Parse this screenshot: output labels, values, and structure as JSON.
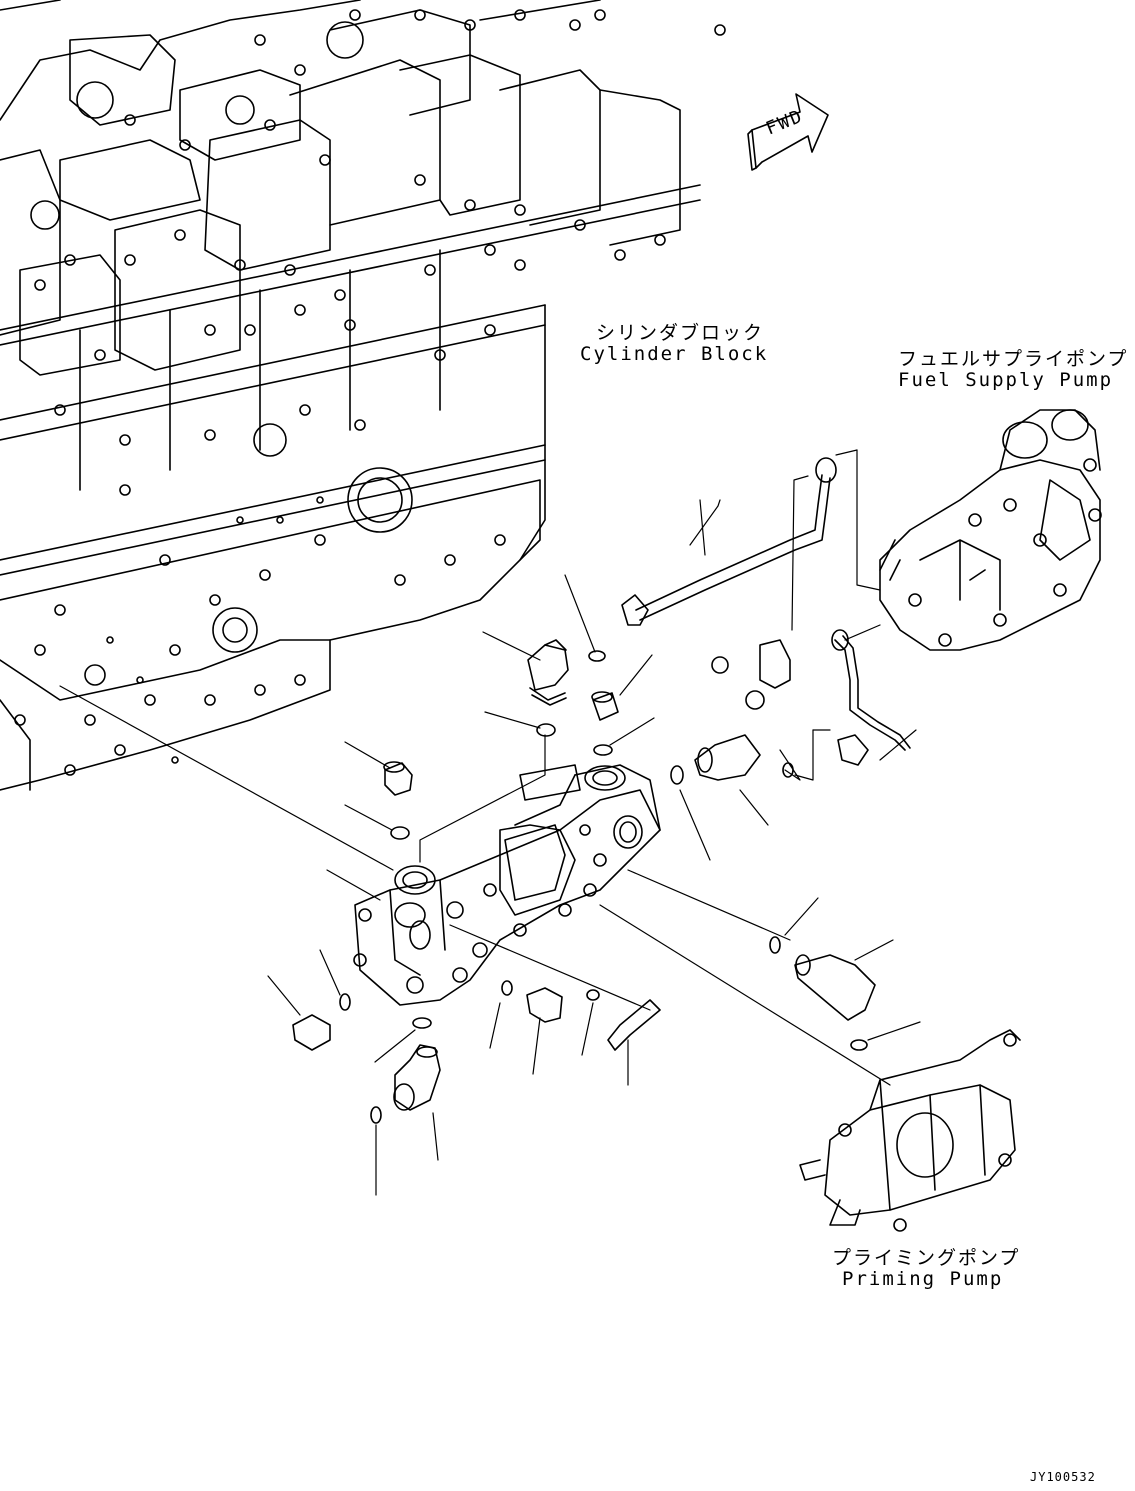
{
  "labels": {
    "cylinder_block_jp": "シリンダブロック",
    "cylinder_block_en": "Cylinder Block",
    "fuel_supply_pump_jp": "フュエルサプライポンプ",
    "fuel_supply_pump_en": "Fuel Supply Pump",
    "priming_pump_jp": "プライミングポンプ",
    "priming_pump_en": "Priming Pump",
    "fwd": "FWD",
    "drawing_code": "JY100532"
  }
}
